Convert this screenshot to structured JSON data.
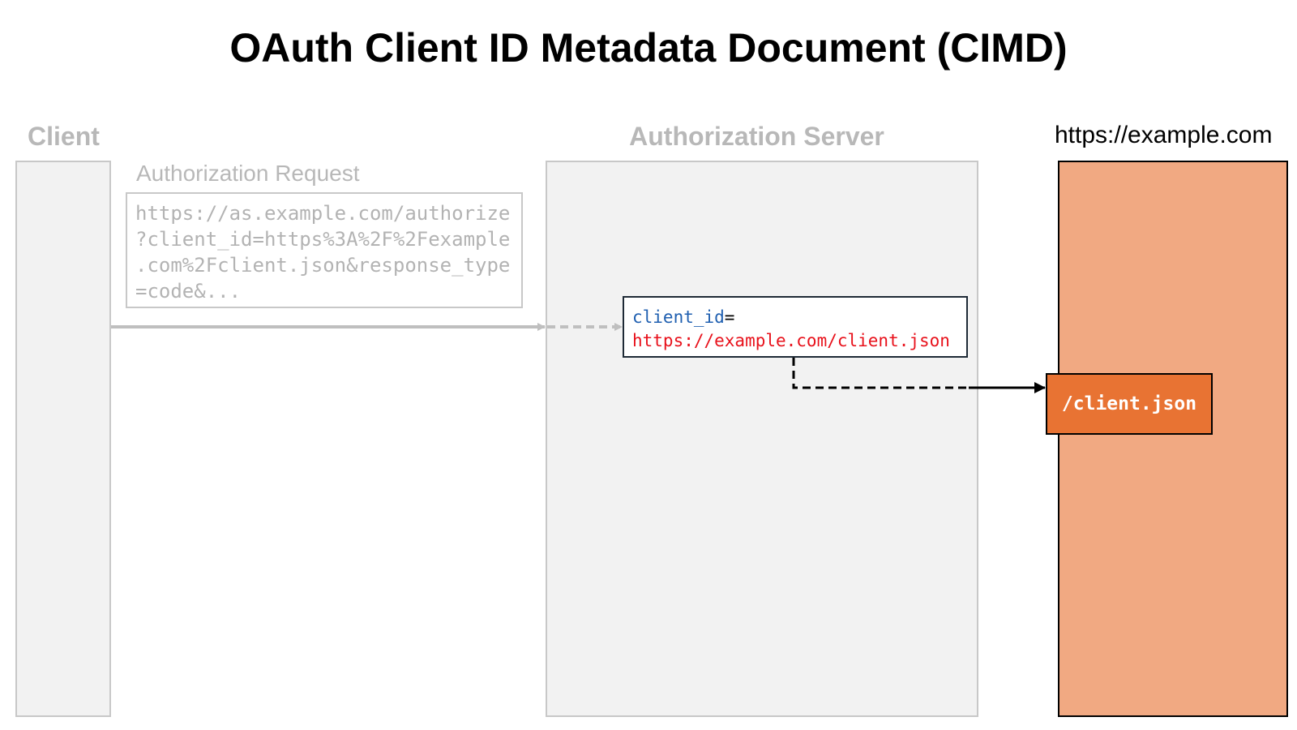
{
  "title": "OAuth Client ID Metadata Document (CIMD)",
  "lanes": {
    "client": "Client",
    "authorization_server": "Authorization Server",
    "resource_host": "https://example.com"
  },
  "authorization_request": {
    "label": "Authorization Request",
    "url_lines": [
      "https://as.example.com/authorize",
      "?client_id=https%3A%2F%2Fexample",
      ".com%2Fclient.json&response_type",
      "=code&..."
    ]
  },
  "client_id_param": {
    "key": "client_id",
    "equals": "=",
    "value": "https://example.com/client.json"
  },
  "metadata_document": {
    "path": "/client.json"
  },
  "colors": {
    "faded": "#b8b8b8",
    "lane_fill": "#f2f2f2",
    "host_fill": "#f1a982",
    "document_fill": "#e87333",
    "param_key": "#1f5fb0",
    "param_value": "#e8111b"
  }
}
